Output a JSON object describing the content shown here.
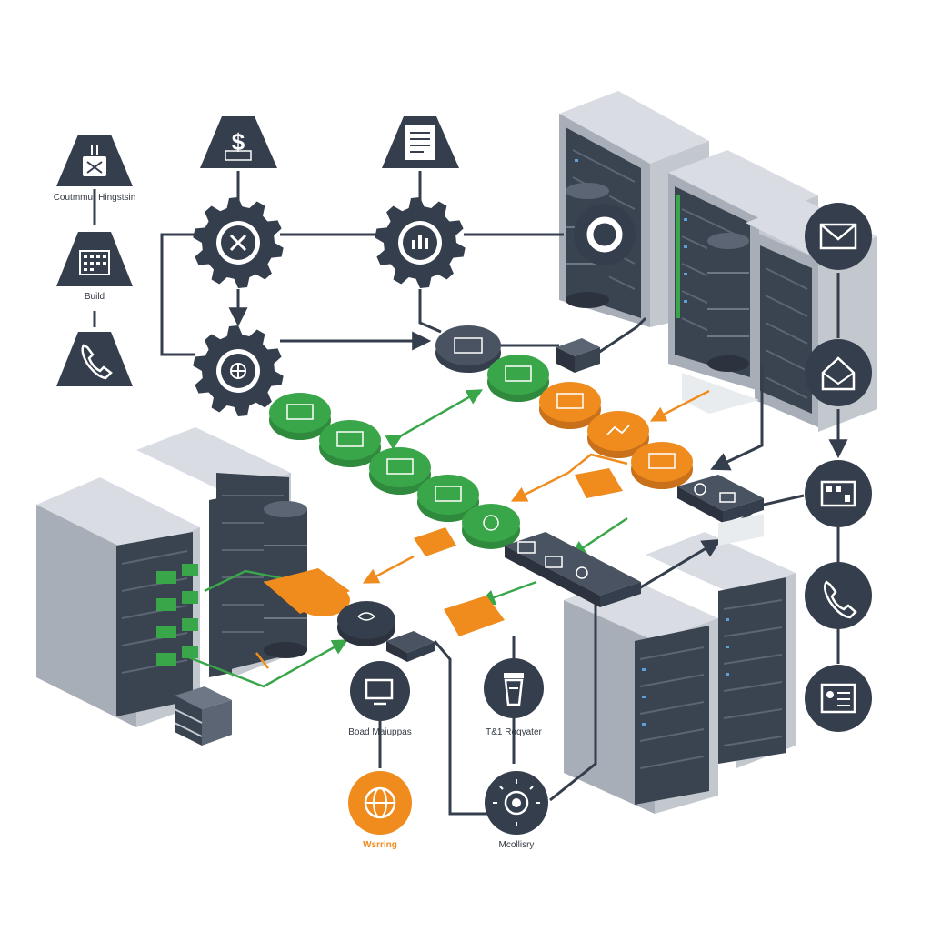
{
  "labels": {
    "continuous_integration": "Coutmmur Hingstsin",
    "build": "Build",
    "board": "Boad Maiuppas",
    "registry": "T&1 Roqyater",
    "warning": "Wsrring",
    "mobility": "Mcollisry"
  },
  "colors": {
    "navy": "#353e4c",
    "green": "#3aa64a",
    "orange": "#f08c1e",
    "rack_light": "#c9ced6",
    "rack_mid": "#9aa2ad",
    "rack_dark": "#3a4350"
  },
  "icons": {
    "left_column": [
      "wrench-box-icon",
      "calculator-icon",
      "phone-icon"
    ],
    "top_row": [
      "dollar-document-icon",
      "report-document-icon"
    ],
    "gears": [
      "gear-close-icon",
      "gear-chart-icon",
      "gear-network-icon"
    ],
    "right_column": [
      "envelope-icon",
      "home-icon",
      "dashboard-icon",
      "phone-icon",
      "contact-card-icon"
    ],
    "bottom": [
      "monitor-icon",
      "trash-can-icon",
      "warning-globe-icon",
      "sensor-icon"
    ]
  }
}
